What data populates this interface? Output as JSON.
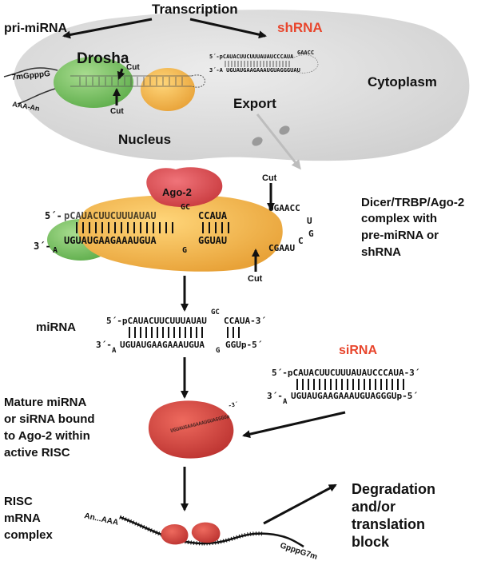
{
  "labels": {
    "transcription": "Transcription",
    "pri_mirna": "pri-miRNA",
    "shrna_top": "shRNA",
    "drosha": "Drosha",
    "cut_drosha_top": "Cut",
    "cut_drosha_bottom": "Cut",
    "cap_left": "7mGpppG",
    "polya_left": "AAA-An",
    "cytoplasm": "Cytoplasm",
    "export": "Export",
    "nucleus": "Nucleus",
    "ago2": "Ago-2",
    "cut_dicer_top": "Cut",
    "cut_dicer_bottom": "Cut",
    "dicer_complex_1": "Dicer/TRBP/Ago-2",
    "dicer_complex_2": "complex with",
    "dicer_complex_3": "pre-miRNA or",
    "dicer_complex_4": "shRNA",
    "mirna": "miRNA",
    "sirna": "siRNA",
    "mature_1": "Mature miRNA",
    "mature_2": "or siRNA bound",
    "mature_3": "to Ago-2 within",
    "mature_4": "active RISC",
    "risc_1": "RISC",
    "risc_2": "mRNA",
    "risc_3": "complex",
    "degradation_1": "Degradation",
    "degradation_2": "and/or",
    "degradation_3": "translation",
    "degradation_4": "block",
    "mrna_left": "An...AAA",
    "mrna_right": "GpppG7m"
  },
  "sequences": {
    "shrna_top": "5´-pCAUACUUCUUUAUAUCCCAUA",
    "shrna_bottom": "3´-A UGUAUGAAGAAAUGUAGGGUAU",
    "shrna_loop": "GAACC",
    "dicer_top_prefix": "5´-",
    "dicer_top_seq1": "pCAUACUUCUUUAUAU",
    "dicer_top_gc": "GC",
    "dicer_top_seq2": "CCAUA",
    "dicer_loop_top": "UGAACC",
    "dicer_loop_u": "U",
    "dicer_loop_g": "G",
    "dicer_loop_bottom": "CGAAU",
    "dicer_loop_c": "C",
    "dicer_bottom_prefix": "3´-",
    "dicer_bottom_a": "A",
    "dicer_bottom_seq1": "UGUAUGAAGAAAUGUA",
    "dicer_bottom_g": "G",
    "dicer_bottom_seq2": "GGUAU",
    "mirna_top_seq1": "5´-pCAUACUUCUUUAUAU",
    "mirna_top_gc": "GC",
    "mirna_top_seq2": "CCAUA-3´",
    "mirna_bottom_prefix": "3´-",
    "mirna_bottom_a": "A",
    "mirna_bottom_seq1": "UGUAUGAAGAAAUGUA",
    "mirna_bottom_g": "G",
    "mirna_bottom_seq2": "GGUp-5´",
    "sirna_top": "5´-pCAUACUUCUUUAUAUCCCAUA-3´",
    "sirna_bottom_prefix": "3´-",
    "sirna_bottom_a": "A",
    "sirna_bottom_seq": "UGUAUGAAGAAAUGUAGGGUp-5´",
    "risc_strand": "UGUAUGAAGAAAUGUAGGGUp",
    "risc_end": "-3´"
  },
  "colors": {
    "nucleus_fill": "#d9d9d9",
    "drosha_green": "#7cc46a",
    "drosha_orange": "#f2b650",
    "dicer_orange": "#f4b54a",
    "dicer_green": "#8cc96e",
    "ago2_red": "#e0474c",
    "risc_red": "#d9433f",
    "highlight_red": "#e8452c"
  }
}
